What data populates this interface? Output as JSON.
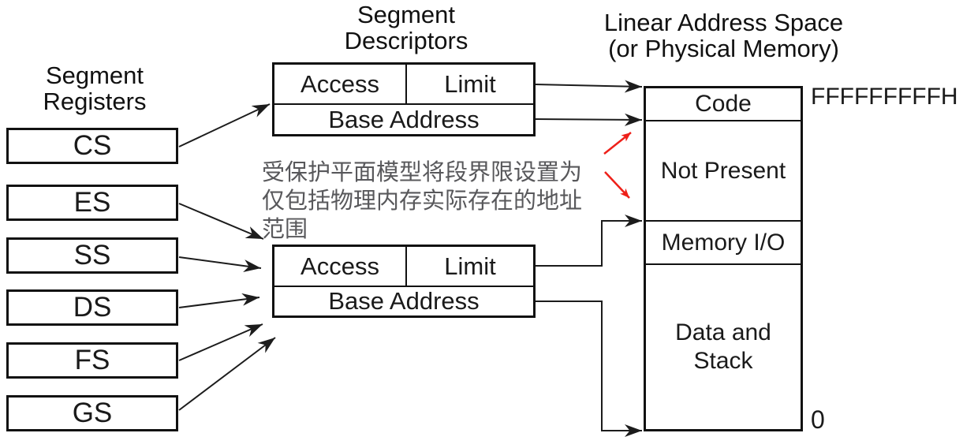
{
  "headings": {
    "segment_registers": "Segment\nRegisters",
    "segment_descriptors": "Segment\nDescriptors",
    "linear_address_space": "Linear Address Space\n(or Physical Memory)"
  },
  "segment_registers": [
    "CS",
    "ES",
    "SS",
    "DS",
    "FS",
    "GS"
  ],
  "descriptors": [
    {
      "access": "Access",
      "limit": "Limit",
      "base": "Base Address"
    },
    {
      "access": "Access",
      "limit": "Limit",
      "base": "Base Address"
    }
  ],
  "memory_map": {
    "top_address": "FFFFFFFFFH",
    "bottom_address": "0",
    "sections": [
      "Code",
      "Not Present",
      "Memory I/O",
      "Data and\nStack"
    ]
  },
  "annotation": {
    "text": "受保护平面模型将段界限设置为\n仅包括物理内存实际存在的地址\n范围",
    "color": "#58585b"
  },
  "colors": {
    "background": "#ffffff",
    "line": "#1c1c1c",
    "red_arrow": "#ee2019"
  }
}
